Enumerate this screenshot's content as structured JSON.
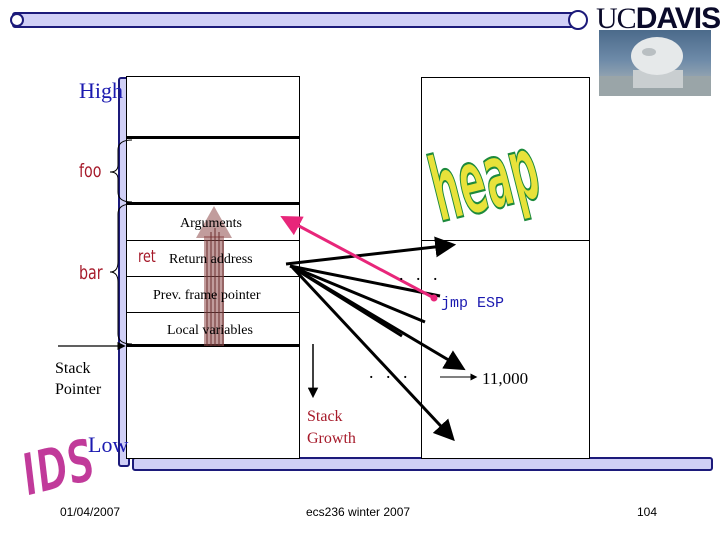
{
  "logo": {
    "uc": "UC",
    "davis": "DAVIS"
  },
  "stack": {
    "high_label": "High",
    "low_label": "Low",
    "foo_label": "foo",
    "bar_label": "bar",
    "ret_label": "ret",
    "rows": {
      "arguments": "Arguments",
      "return_address": "Return address",
      "prev_frame_pointer": "Prev. frame pointer",
      "local_variables": "Local variables"
    },
    "stack_pointer_line1": "Stack",
    "stack_pointer_line2": "Pointer",
    "growth_line1": "Stack",
    "growth_line2": "Growth"
  },
  "heap": {
    "title": "heap",
    "jmp_label": "jmp ESP",
    "count_label": "11,000",
    "dots": ". . ."
  },
  "ids_logo": "IDS",
  "footer": {
    "date": "01/04/2007",
    "course": "ecs236 winter 2007",
    "page": "104"
  },
  "colors": {
    "frame": "#1c1a7a",
    "bar_fill": "#d0cff6",
    "label_blue": "#1b1ab0",
    "label_red": "#a61a2a",
    "heap_fill": "#e8e23a",
    "heap_stroke": "#1d8a3c",
    "pink_arrow": "#e8267a",
    "arrow_brown": "#8e4a4a",
    "ids_fill": "#c13a9a"
  }
}
